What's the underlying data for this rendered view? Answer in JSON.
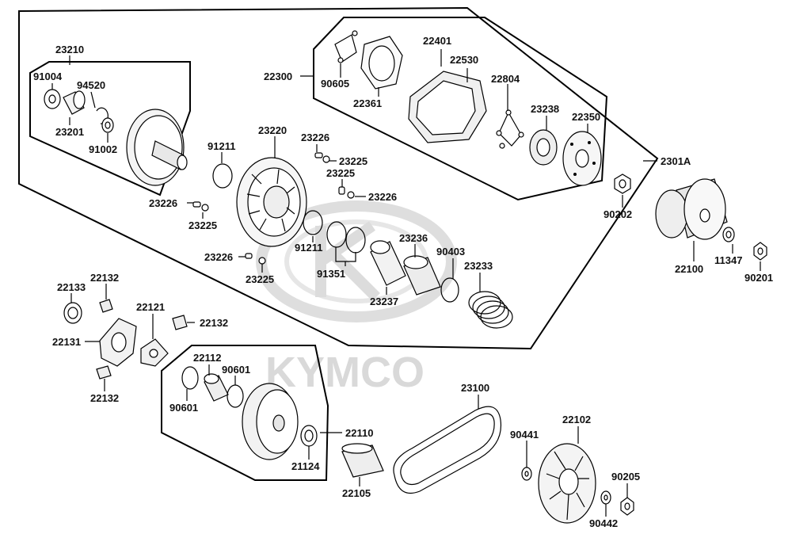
{
  "watermark": {
    "brand": "KYMCO"
  },
  "labels": {
    "p23210": "23210",
    "p91004": "91004",
    "p94520": "94520",
    "p23201": "23201",
    "p91002": "91002",
    "p22300": "22300",
    "p90605": "90605",
    "p22361": "22361",
    "p22401": "22401",
    "p22530": "22530",
    "p22804": "22804",
    "p23238": "23238",
    "p22350": "22350",
    "p2301A": "2301A",
    "p90202": "90202",
    "p22100": "22100",
    "p11347": "11347",
    "p90201": "90201",
    "p91211a": "91211",
    "p23220": "23220",
    "p23226a": "23226",
    "p23225a": "23225",
    "p23225b": "23225",
    "p23226b": "23226",
    "p23226c": "23226",
    "p23225c": "23225",
    "p91211b": "91211",
    "p91351": "91351",
    "p23236": "23236",
    "p90403": "90403",
    "p23233": "23233",
    "p23237": "23237",
    "p23226d": "23226",
    "p23225d": "23225",
    "p22133": "22133",
    "p22132a": "22132",
    "p22121": "22121",
    "p22132b": "22132",
    "p22131": "22131",
    "p22132c": "22132",
    "p22112": "22112",
    "p90601a": "90601",
    "p90601b": "90601",
    "p22110": "22110",
    "p21124": "21124",
    "p22105": "22105",
    "p23100": "23100",
    "p22102": "22102",
    "p90441": "90441",
    "p90205": "90205",
    "p90442": "90442"
  }
}
